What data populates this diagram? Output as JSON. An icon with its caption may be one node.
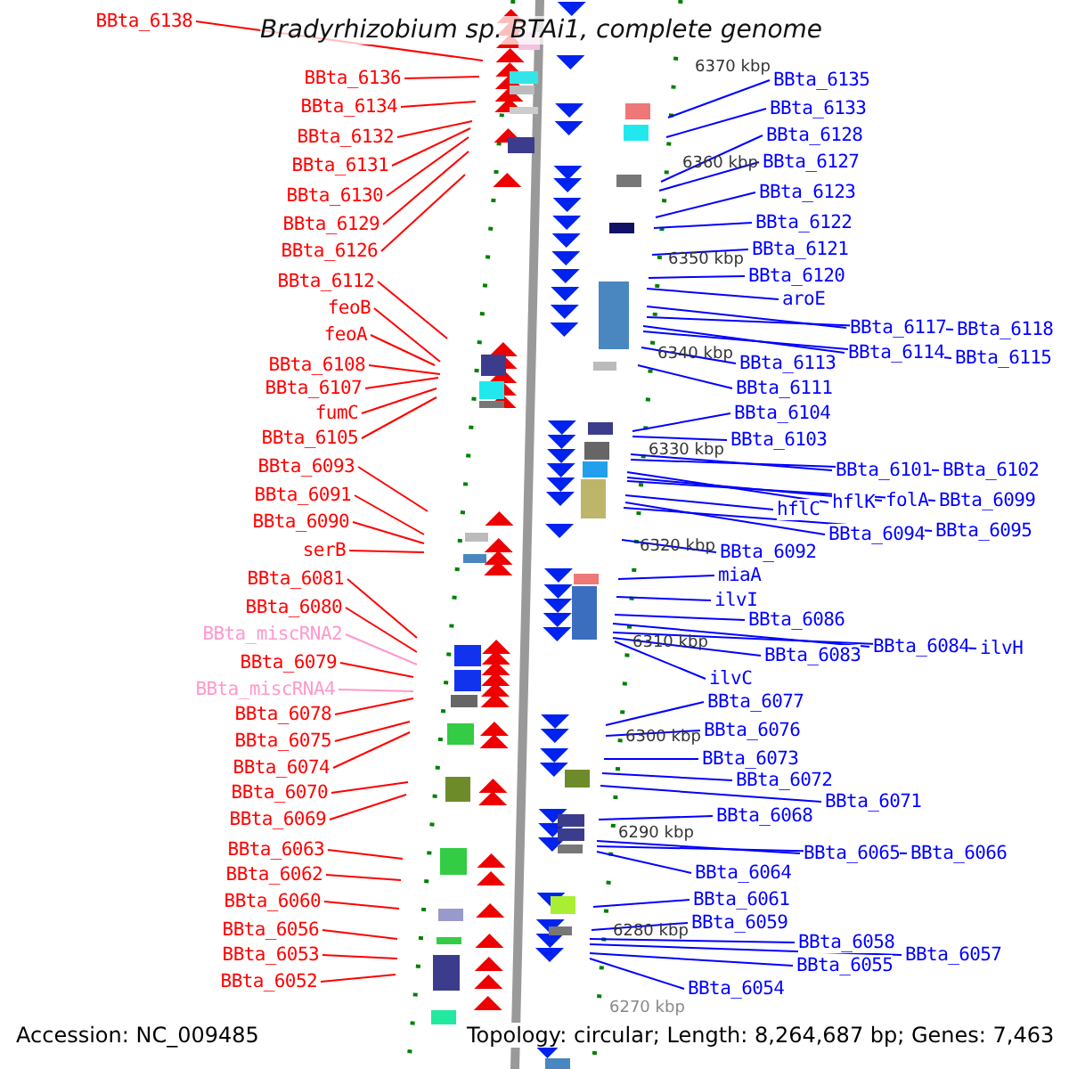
{
  "diagram": {
    "title": "Bradyrhizobium sp. BTAi1, complete genome",
    "nodes": [
      {
        "text": [
          "BBta_6138"
        ]
      },
      {
        "text": [
          "BBta_6136"
        ]
      },
      {
        "text": [
          "BBta_6134"
        ]
      },
      {
        "text": [
          "BBta_6132"
        ]
      },
      {
        "text": [
          "BBta_6131"
        ]
      },
      {
        "text": [
          "BBta_6130"
        ]
      },
      {
        "text": [
          "BBta_6129"
        ]
      },
      {
        "text": [
          "BBta_6126"
        ]
      },
      {
        "text": [
          "BBta_6112"
        ]
      },
      {
        "text": [
          "feoB"
        ]
      },
      {
        "text": [
          "feoA"
        ]
      },
      {
        "text": [
          "BBta_6108"
        ]
      },
      {
        "text": [
          "BBta_6107"
        ]
      },
      {
        "text": [
          "fumC"
        ]
      },
      {
        "text": [
          "BBta_6105"
        ]
      },
      {
        "text": [
          "BBta_6093"
        ]
      },
      {
        "text": [
          "BBta_6091"
        ]
      },
      {
        "text": [
          "BBta_6090"
        ]
      },
      {
        "text": [
          "serB"
        ]
      },
      {
        "text": [
          "BBta_6081"
        ]
      },
      {
        "text": [
          "BBta_6080"
        ]
      },
      {
        "text": [
          "BBta_miscRNA2"
        ]
      },
      {
        "text": [
          "BBta_6079"
        ]
      },
      {
        "text": [
          "BBta_miscRNA4"
        ]
      },
      {
        "text": [
          "BBta_6078"
        ]
      },
      {
        "text": [
          "BBta_6075"
        ]
      },
      {
        "text": [
          "BBta_6074"
        ]
      },
      {
        "text": [
          "BBta_6070"
        ]
      },
      {
        "text": [
          "BBta_6069"
        ]
      },
      {
        "text": [
          "BBta_6063"
        ]
      },
      {
        "text": [
          "BBta_6062"
        ]
      },
      {
        "text": [
          "BBta_6060"
        ]
      },
      {
        "text": [
          "BBta_6056"
        ]
      },
      {
        "text": [
          "BBta_6053"
        ]
      },
      {
        "text": [
          "BBta_6052"
        ]
      },
      {
        "text": [
          "BBta_6135"
        ]
      },
      {
        "text": [
          "BBta_6133"
        ]
      },
      {
        "text": [
          "BBta_6128"
        ]
      },
      {
        "text": [
          "BBta_6127"
        ]
      },
      {
        "text": [
          "BBta_6123"
        ]
      },
      {
        "text": [
          "BBta_6122"
        ]
      },
      {
        "text": [
          "BBta_6121"
        ]
      },
      {
        "text": [
          "BBta_6120"
        ]
      },
      {
        "text": [
          "aroE"
        ]
      },
      {
        "text": [
          "BBta_6117"
        ]
      },
      {
        "text": [
          "BBta_6118"
        ]
      },
      {
        "text": [
          "BBta_6114"
        ]
      },
      {
        "text": [
          "BBta_6115"
        ]
      },
      {
        "text": [
          "BBta_6113"
        ]
      },
      {
        "text": [
          "BBta_6111"
        ]
      },
      {
        "text": [
          "BBta_6104"
        ]
      },
      {
        "text": [
          "BBta_6103"
        ]
      },
      {
        "text": [
          "BBta_6101"
        ]
      },
      {
        "text": [
          "BBta_6102"
        ]
      },
      {
        "text": [
          "hflK"
        ]
      },
      {
        "text": [
          "folA"
        ]
      },
      {
        "text": [
          "BBta_6099"
        ]
      },
      {
        "text": [
          "hflC"
        ]
      },
      {
        "text": [
          "BBta_6094"
        ]
      },
      {
        "text": [
          "BBta_6095"
        ]
      },
      {
        "text": [
          "BBta_6092"
        ]
      },
      {
        "text": [
          "miaA"
        ]
      },
      {
        "text": [
          "ilvI"
        ]
      },
      {
        "text": [
          "BBta_6086"
        ]
      },
      {
        "text": [
          "BBta_6084"
        ]
      },
      {
        "text": [
          "ilvH"
        ]
      },
      {
        "text": [
          "BBta_6083"
        ]
      },
      {
        "text": [
          "ilvC"
        ]
      },
      {
        "text": [
          "BBta_6077"
        ]
      },
      {
        "text": [
          "BBta_6076"
        ]
      },
      {
        "text": [
          "BBta_6073"
        ]
      },
      {
        "text": [
          "BBta_6072"
        ]
      },
      {
        "text": [
          "BBta_6071"
        ]
      },
      {
        "text": [
          "BBta_6068"
        ]
      },
      {
        "text": [
          "BBta_6065"
        ]
      },
      {
        "text": [
          "BBta_6066"
        ]
      },
      {
        "text": [
          "BBta_6064"
        ]
      },
      {
        "text": [
          "BBta_6061"
        ]
      },
      {
        "text": [
          "BBta_6059"
        ]
      },
      {
        "text": [
          "BBta_6058"
        ]
      },
      {
        "text": [
          "BBta_6057"
        ]
      },
      {
        "text": [
          "BBta_6055"
        ]
      },
      {
        "text": [
          "BBta_6054"
        ]
      }
    ],
    "edges": [
      {
        "from": 0,
        "to": null,
        "arrow": "none",
        "color": "#ff0000"
      },
      {
        "from": 1,
        "to": null,
        "arrow": "none",
        "color": "#ff0000"
      },
      {
        "from": 2,
        "to": null,
        "arrow": "none",
        "color": "#ff0000"
      },
      {
        "from": 3,
        "to": null,
        "arrow": "none",
        "color": "#ff0000"
      },
      {
        "from": 4,
        "to": null,
        "arrow": "none",
        "color": "#ff0000"
      },
      {
        "from": 5,
        "to": null,
        "arrow": "none",
        "color": "#ff0000"
      },
      {
        "from": 6,
        "to": null,
        "arrow": "none",
        "color": "#ff0000"
      },
      {
        "from": 7,
        "to": null,
        "arrow": "none",
        "color": "#ff0000"
      },
      {
        "from": 8,
        "to": null,
        "arrow": "none",
        "color": "#ff0000"
      },
      {
        "from": 9,
        "to": null,
        "arrow": "none",
        "color": "#ff0000"
      },
      {
        "from": 10,
        "to": null,
        "arrow": "none",
        "color": "#ff0000"
      },
      {
        "from": 11,
        "to": null,
        "arrow": "none",
        "color": "#ff0000"
      },
      {
        "from": 12,
        "to": null,
        "arrow": "none",
        "color": "#ff0000"
      },
      {
        "from": 13,
        "to": null,
        "arrow": "none",
        "color": "#ff0000"
      },
      {
        "from": 14,
        "to": null,
        "arrow": "none",
        "color": "#ff0000"
      },
      {
        "from": 15,
        "to": null,
        "arrow": "none",
        "color": "#ff0000"
      },
      {
        "from": 16,
        "to": null,
        "arrow": "none",
        "color": "#ff0000"
      },
      {
        "from": 17,
        "to": null,
        "arrow": "none",
        "color": "#ff0000"
      },
      {
        "from": 18,
        "to": null,
        "arrow": "none",
        "color": "#ff0000"
      },
      {
        "from": 19,
        "to": null,
        "arrow": "none",
        "color": "#ff0000"
      },
      {
        "from": 20,
        "to": null,
        "arrow": "none",
        "color": "#ff0000"
      },
      {
        "from": 21,
        "to": null,
        "arrow": "none",
        "color": "#ff99cc"
      },
      {
        "from": 22,
        "to": null,
        "arrow": "none",
        "color": "#ff0000"
      },
      {
        "from": 23,
        "to": null,
        "arrow": "none",
        "color": "#ff99cc"
      },
      {
        "from": 24,
        "to": null,
        "arrow": "none",
        "color": "#ff0000"
      },
      {
        "from": 25,
        "to": null,
        "arrow": "none",
        "color": "#ff0000"
      },
      {
        "from": 26,
        "to": null,
        "arrow": "none",
        "color": "#ff0000"
      },
      {
        "from": 27,
        "to": null,
        "arrow": "none",
        "color": "#ff0000"
      },
      {
        "from": 28,
        "to": null,
        "arrow": "none",
        "color": "#ff0000"
      },
      {
        "from": 29,
        "to": null,
        "arrow": "none",
        "color": "#ff0000"
      },
      {
        "from": 30,
        "to": null,
        "arrow": "none",
        "color": "#ff0000"
      },
      {
        "from": 31,
        "to": null,
        "arrow": "none",
        "color": "#ff0000"
      },
      {
        "from": 32,
        "to": null,
        "arrow": "none",
        "color": "#ff0000"
      },
      {
        "from": 33,
        "to": null,
        "arrow": "none",
        "color": "#ff0000"
      },
      {
        "from": 34,
        "to": null,
        "arrow": "none",
        "color": "#ff0000"
      },
      {
        "from": 35,
        "to": null,
        "arrow": "none",
        "color": "#0000ff"
      },
      {
        "from": 36,
        "to": null,
        "arrow": "none",
        "color": "#0000ff"
      },
      {
        "from": 37,
        "to": null,
        "arrow": "none",
        "color": "#0000ff"
      },
      {
        "from": 38,
        "to": null,
        "arrow": "none",
        "color": "#0000ff"
      },
      {
        "from": 39,
        "to": null,
        "arrow": "none",
        "color": "#0000ff"
      },
      {
        "from": 40,
        "to": null,
        "arrow": "none",
        "color": "#0000ff"
      },
      {
        "from": 41,
        "to": null,
        "arrow": "none",
        "color": "#0000ff"
      },
      {
        "from": 42,
        "to": null,
        "arrow": "none",
        "color": "#0000ff"
      },
      {
        "from": 43,
        "to": null,
        "arrow": "none",
        "color": "#0000ff"
      },
      {
        "from": 44,
        "to": null,
        "arrow": "none",
        "color": "#0000ff"
      },
      {
        "from": 45,
        "to": null,
        "arrow": "none",
        "color": "#0000ff"
      },
      {
        "from": 46,
        "to": null,
        "arrow": "none",
        "color": "#0000ff"
      },
      {
        "from": 47,
        "to": null,
        "arrow": "none",
        "color": "#0000ff"
      },
      {
        "from": 48,
        "to": null,
        "arrow": "none",
        "color": "#0000ff"
      },
      {
        "from": 49,
        "to": null,
        "arrow": "none",
        "color": "#0000ff"
      },
      {
        "from": 50,
        "to": null,
        "arrow": "none",
        "color": "#0000ff"
      },
      {
        "from": 51,
        "to": null,
        "arrow": "none",
        "color": "#0000ff"
      },
      {
        "from": 52,
        "to": null,
        "arrow": "none",
        "color": "#0000ff"
      },
      {
        "from": 53,
        "to": null,
        "arrow": "none",
        "color": "#0000ff"
      },
      {
        "from": 54,
        "to": null,
        "arrow": "none",
        "color": "#0000ff"
      },
      {
        "from": 55,
        "to": null,
        "arrow": "none",
        "color": "#0000ff"
      },
      {
        "from": 56,
        "to": null,
        "arrow": "none",
        "color": "#0000ff"
      },
      {
        "from": 57,
        "to": null,
        "arrow": "none",
        "color": "#0000ff"
      },
      {
        "from": 58,
        "to": null,
        "arrow": "none",
        "color": "#0000ff"
      },
      {
        "from": 59,
        "to": null,
        "arrow": "none",
        "color": "#0000ff"
      },
      {
        "from": 60,
        "to": null,
        "arrow": "none",
        "color": "#0000ff"
      },
      {
        "from": 61,
        "to": null,
        "arrow": "none",
        "color": "#0000ff"
      },
      {
        "from": 62,
        "to": null,
        "arrow": "none",
        "color": "#0000ff"
      },
      {
        "from": 63,
        "to": null,
        "arrow": "none",
        "color": "#0000ff"
      },
      {
        "from": 64,
        "to": null,
        "arrow": "none",
        "color": "#0000ff"
      },
      {
        "from": 65,
        "to": null,
        "arrow": "none",
        "color": "#0000ff"
      },
      {
        "from": 66,
        "to": null,
        "arrow": "none",
        "color": "#0000ff"
      },
      {
        "from": 67,
        "to": null,
        "arrow": "none",
        "color": "#0000ff"
      },
      {
        "from": 68,
        "to": null,
        "arrow": "none",
        "color": "#0000ff"
      },
      {
        "from": 69,
        "to": null,
        "arrow": "none",
        "color": "#0000ff"
      },
      {
        "from": 70,
        "to": null,
        "arrow": "none",
        "color": "#0000ff"
      },
      {
        "from": 71,
        "to": null,
        "arrow": "none",
        "color": "#0000ff"
      },
      {
        "from": 72,
        "to": null,
        "arrow": "none",
        "color": "#0000ff"
      },
      {
        "from": 73,
        "to": null,
        "arrow": "none",
        "color": "#0000ff"
      },
      {
        "from": 74,
        "to": null,
        "arrow": "none",
        "color": "#0000ff"
      },
      {
        "from": 75,
        "to": null,
        "arrow": "none",
        "color": "#0000ff"
      },
      {
        "from": 76,
        "to": null,
        "arrow": "none",
        "color": "#0000ff"
      },
      {
        "from": 77,
        "to": null,
        "arrow": "none",
        "color": "#0000ff"
      },
      {
        "from": 78,
        "to": null,
        "arrow": "none",
        "color": "#0000ff"
      },
      {
        "from": 79,
        "to": null,
        "arrow": "none",
        "color": "#0000ff"
      },
      {
        "from": 80,
        "to": null,
        "arrow": "none",
        "color": "#0000ff"
      },
      {
        "from": 81,
        "to": null,
        "arrow": "none",
        "color": "#0000ff"
      },
      {
        "from": 82,
        "to": null,
        "arrow": "none",
        "color": "#0000ff"
      }
    ],
    "labels": [
      "6370 kbp",
      "6360 kbp",
      "6350 kbp",
      "6340 kbp",
      "6330 kbp",
      "6320 kbp",
      "6310 kbp",
      "6300 kbp",
      "6290 kbp",
      "6280 kbp",
      "6270 kbp",
      "Accession: NC_009485",
      "Topology: circular; Length: 8,264,687 bp; Genes: 7,463"
    ]
  }
}
